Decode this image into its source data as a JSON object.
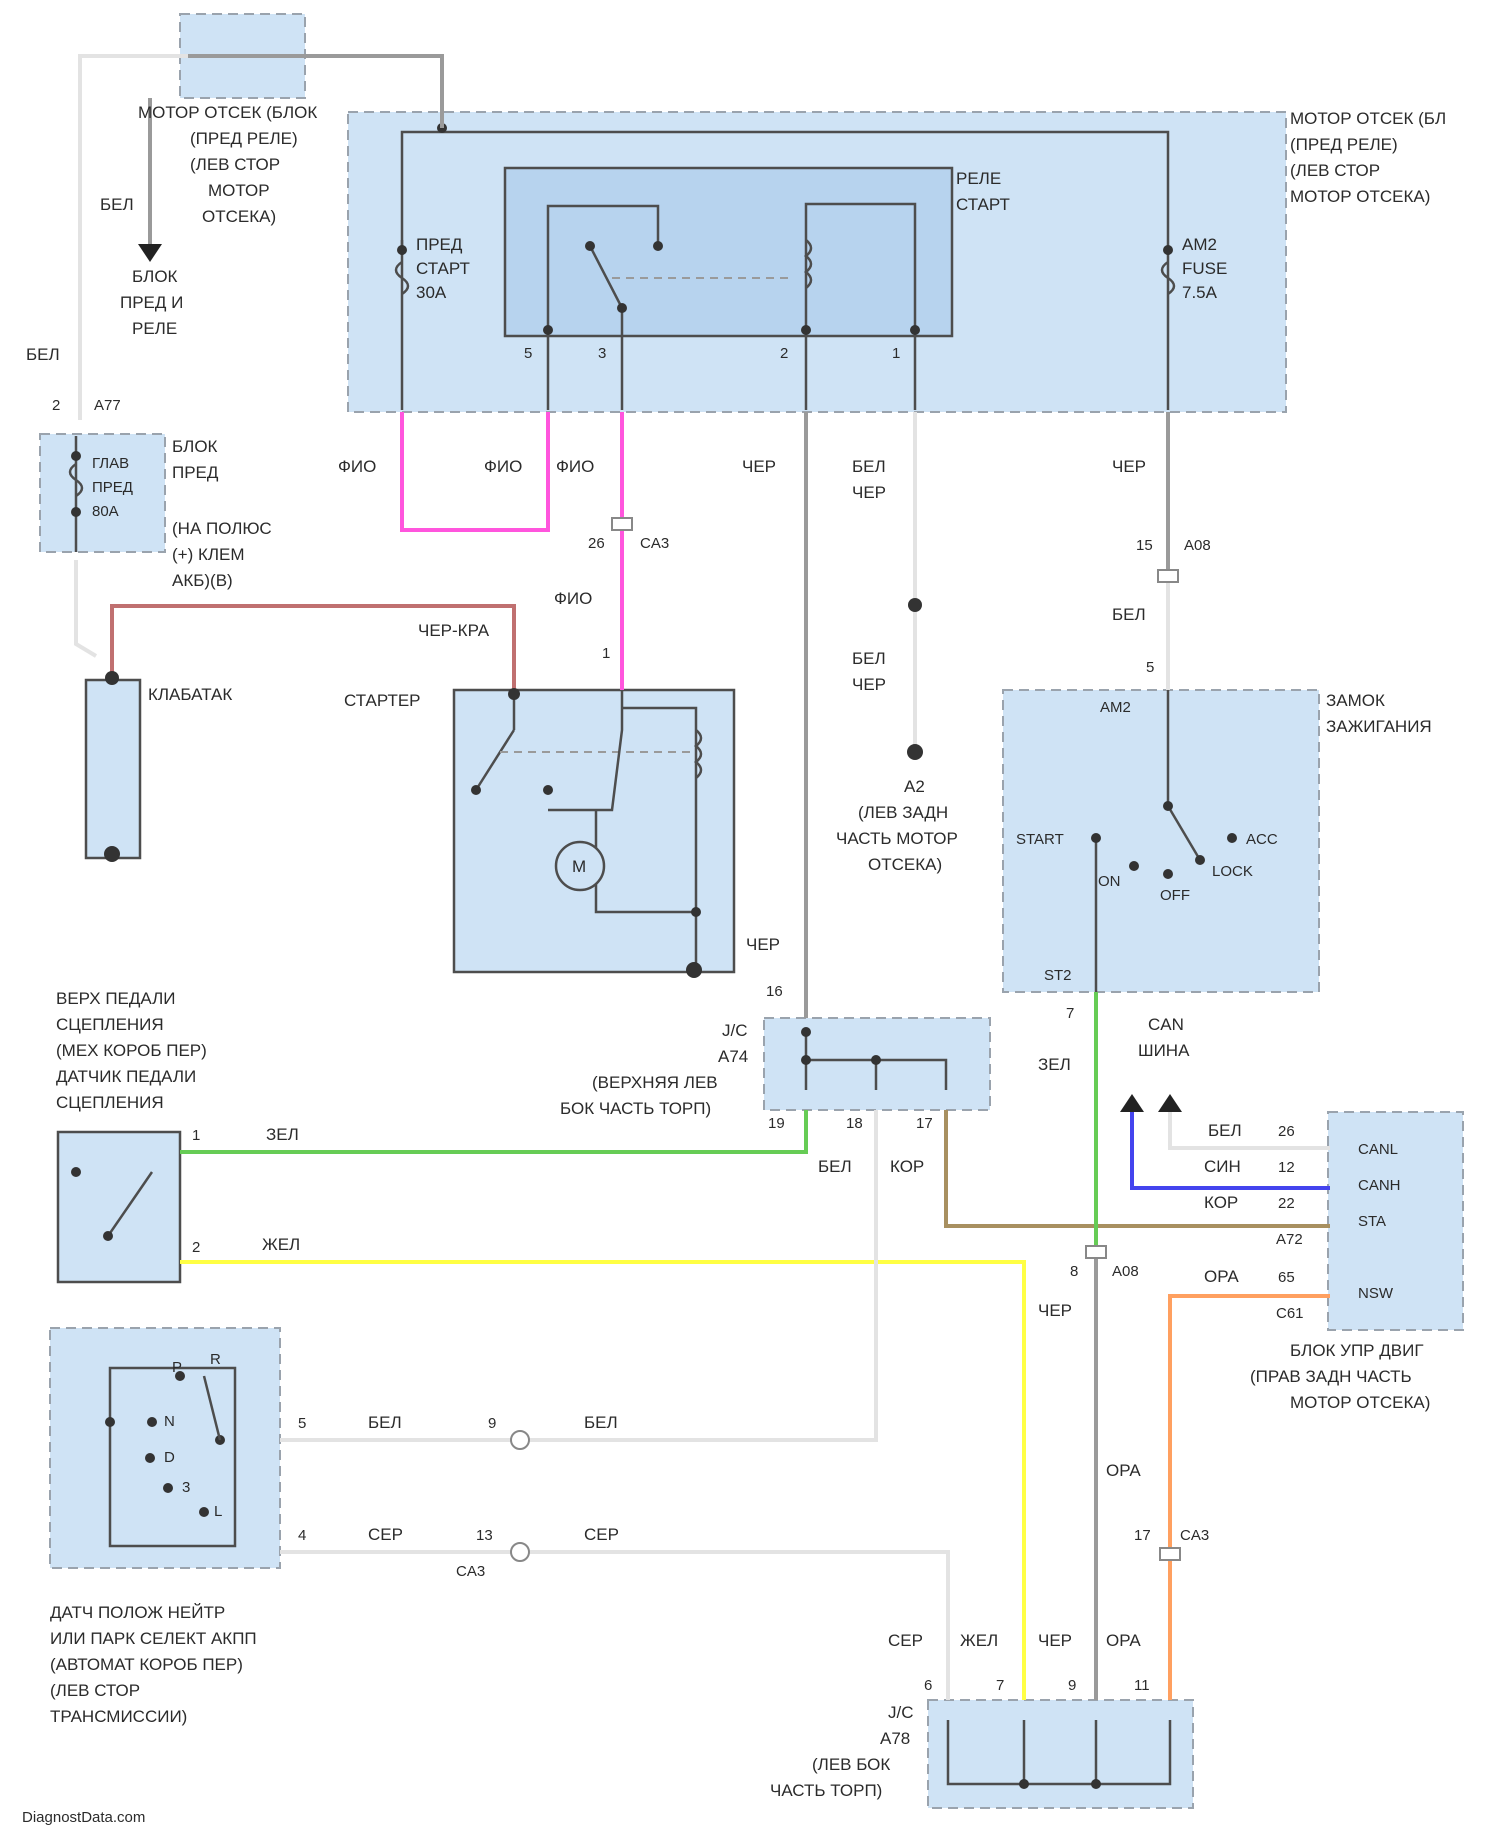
{
  "watermark": "DiagnostData.com",
  "blocks": {
    "top_small": "МОТОР ОТСЕК (БЛОК",
    "top_small_2": "(ПРЕД РЕЛЕ)",
    "top_small_3": "(ЛЕВ СТОР",
    "top_small_4": "МОТОР",
    "top_small_5": "ОТСЕКА)",
    "top_right_1": "МОТОР ОТСЕК (БЛ",
    "top_right_2": "(ПРЕД РЕЛЕ)",
    "top_right_3": "(ЛЕВ СТОР",
    "top_right_4": "МОТОР ОТСЕКА)",
    "relay_1": "РЕЛЕ",
    "relay_2": "СТАРТ",
    "fuse_start_1": "ПРЕД",
    "fuse_start_2": "СТАРТ",
    "fuse_start_3": "30A",
    "fuse_am2_1": "AM2",
    "fuse_am2_2": "FUSE",
    "fuse_am2_3": "7.5A",
    "arrow_block_1": "БЛОК",
    "arrow_block_2": "ПРЕД И",
    "arrow_block_3": "РЕЛЕ",
    "main_fuse_block_1": "БЛОК",
    "main_fuse_block_2": "ПРЕД",
    "main_fuse_1": "ГЛАВ",
    "main_fuse_2": "ПРЕД",
    "main_fuse_3": "80A",
    "main_fuse_note_1": "(НА ПОЛЮС",
    "main_fuse_note_2": "(+) КЛЕМ",
    "main_fuse_note_3": "АКБ)(B)",
    "battery": "КЛАБАТАК",
    "starter": "СТАРТЕР",
    "motor": "M",
    "ground_a2_1": "A2",
    "ground_a2_2": "(ЛЕВ ЗАДН",
    "ground_a2_3": "ЧАСТЬ МОТОР",
    "ground_a2_4": "ОТСЕКА)",
    "ign_1": "ЗАМОК",
    "ign_2": "ЗАЖИГАНИЯ",
    "ign_am2": "AM2",
    "ign_start": "START",
    "ign_on": "ON",
    "ign_off": "OFF",
    "ign_acc": "ACC",
    "ign_lock": "LOCK",
    "ign_st2": "ST2",
    "clutch_1": "ВЕРХ ПЕДАЛИ",
    "clutch_2": "СЦЕПЛЕНИЯ",
    "clutch_3": "(МЕХ КОРОБ ПЕР)",
    "clutch_4": "ДАТЧИК ПЕДАЛИ",
    "clutch_5": "СЦЕПЛЕНИЯ",
    "jc74_1": "J/C",
    "jc74_2": "A74",
    "jc74_3": "(ВЕРХНЯЯ ЛЕВ",
    "jc74_4": "БОК ЧАСТЬ ТОРП)",
    "can_1": "CAN",
    "can_2": "ШИНА",
    "ecm_canl": "CANL",
    "ecm_canh": "CANH",
    "ecm_sta": "STA",
    "ecm_nsw": "NSW",
    "ecm_1": "БЛОК УПР ДВИГ",
    "ecm_2": "(ПРАВ ЗАДН ЧАСТЬ",
    "ecm_3": "МОТОР ОТСЕКА)",
    "nsw_1": "ДАТЧ ПОЛОЖ НЕЙТР",
    "nsw_2": "ИЛИ ПАРК СЕЛЕКТ АКПП",
    "nsw_3": "(АВТОМАТ КОРОБ ПЕР)",
    "nsw_4": "(ЛЕВ СТОР",
    "nsw_5": "ТРАНСМИССИИ)",
    "nsw_p": "P",
    "nsw_r": "R",
    "nsw_n": "N",
    "nsw_d": "D",
    "nsw_3pos": "3",
    "nsw_l": "L",
    "jc78_1": "J/C",
    "jc78_2": "A78",
    "jc78_3": "(ЛЕВ БОК",
    "jc78_4": "ЧАСТЬ ТОРП)"
  },
  "wire_labels": {
    "bel": "БЕЛ",
    "fio": "ФИО",
    "cher": "ЧЕР",
    "bel_cher": "БЕЛ\nЧЕР",
    "bel_cher_a": "БЕЛ",
    "bel_cher_b": "ЧЕР",
    "cher_kra": "ЧЕР-КРА",
    "zel": "ЗЕЛ",
    "zhel": "ЖЕЛ",
    "kor": "КОР",
    "sin": "СИН",
    "ora": "ОРА",
    "ser": "СЕР"
  },
  "pins": {
    "a77_2": "2",
    "a77": "A77",
    "p5_1": "5",
    "p3_1": "3",
    "p2_1": "2",
    "p1_1": "1",
    "ca3_26": "26",
    "ca3": "CA3",
    "starter_1": "1",
    "a08_15": "15",
    "a08": "A08",
    "ign_5": "5",
    "ign_7": "7",
    "jc_16": "16",
    "jc_19": "19",
    "jc_18": "18",
    "jc_17": "17",
    "clutch_1": "1",
    "clutch_2": "2",
    "ecm_26": "26",
    "ecm_12": "12",
    "ecm_22": "22",
    "ecm_a72": "A72",
    "ecm_65": "65",
    "ecm_c61": "C61",
    "a08_8": "8",
    "nsw_5": "5",
    "nsw_4": "4",
    "c9": "9",
    "c13": "13",
    "ca3_b": "CA3",
    "ca3_17": "17",
    "jc78_6": "6",
    "jc78_7": "7",
    "jc78_9": "9",
    "jc78_11": "11"
  }
}
